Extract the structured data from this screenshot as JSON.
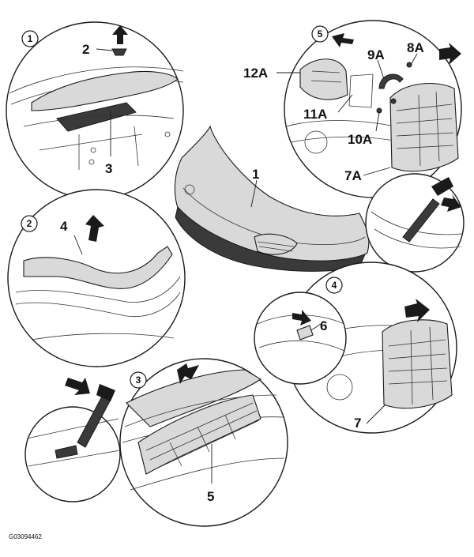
{
  "figure_id": "G03094462",
  "steps": {
    "s1": "1",
    "s2": "2",
    "s3": "3",
    "s4": "4",
    "s5": "5"
  },
  "parts": {
    "p1": "1",
    "p2": "2",
    "p3": "3",
    "p4": "4",
    "p5": "5",
    "p6": "6",
    "p7": "7",
    "p7a": "7A",
    "p8a": "8A",
    "p9a": "9A",
    "p10a": "10A",
    "p11a": "11A",
    "p12a": "12A"
  }
}
